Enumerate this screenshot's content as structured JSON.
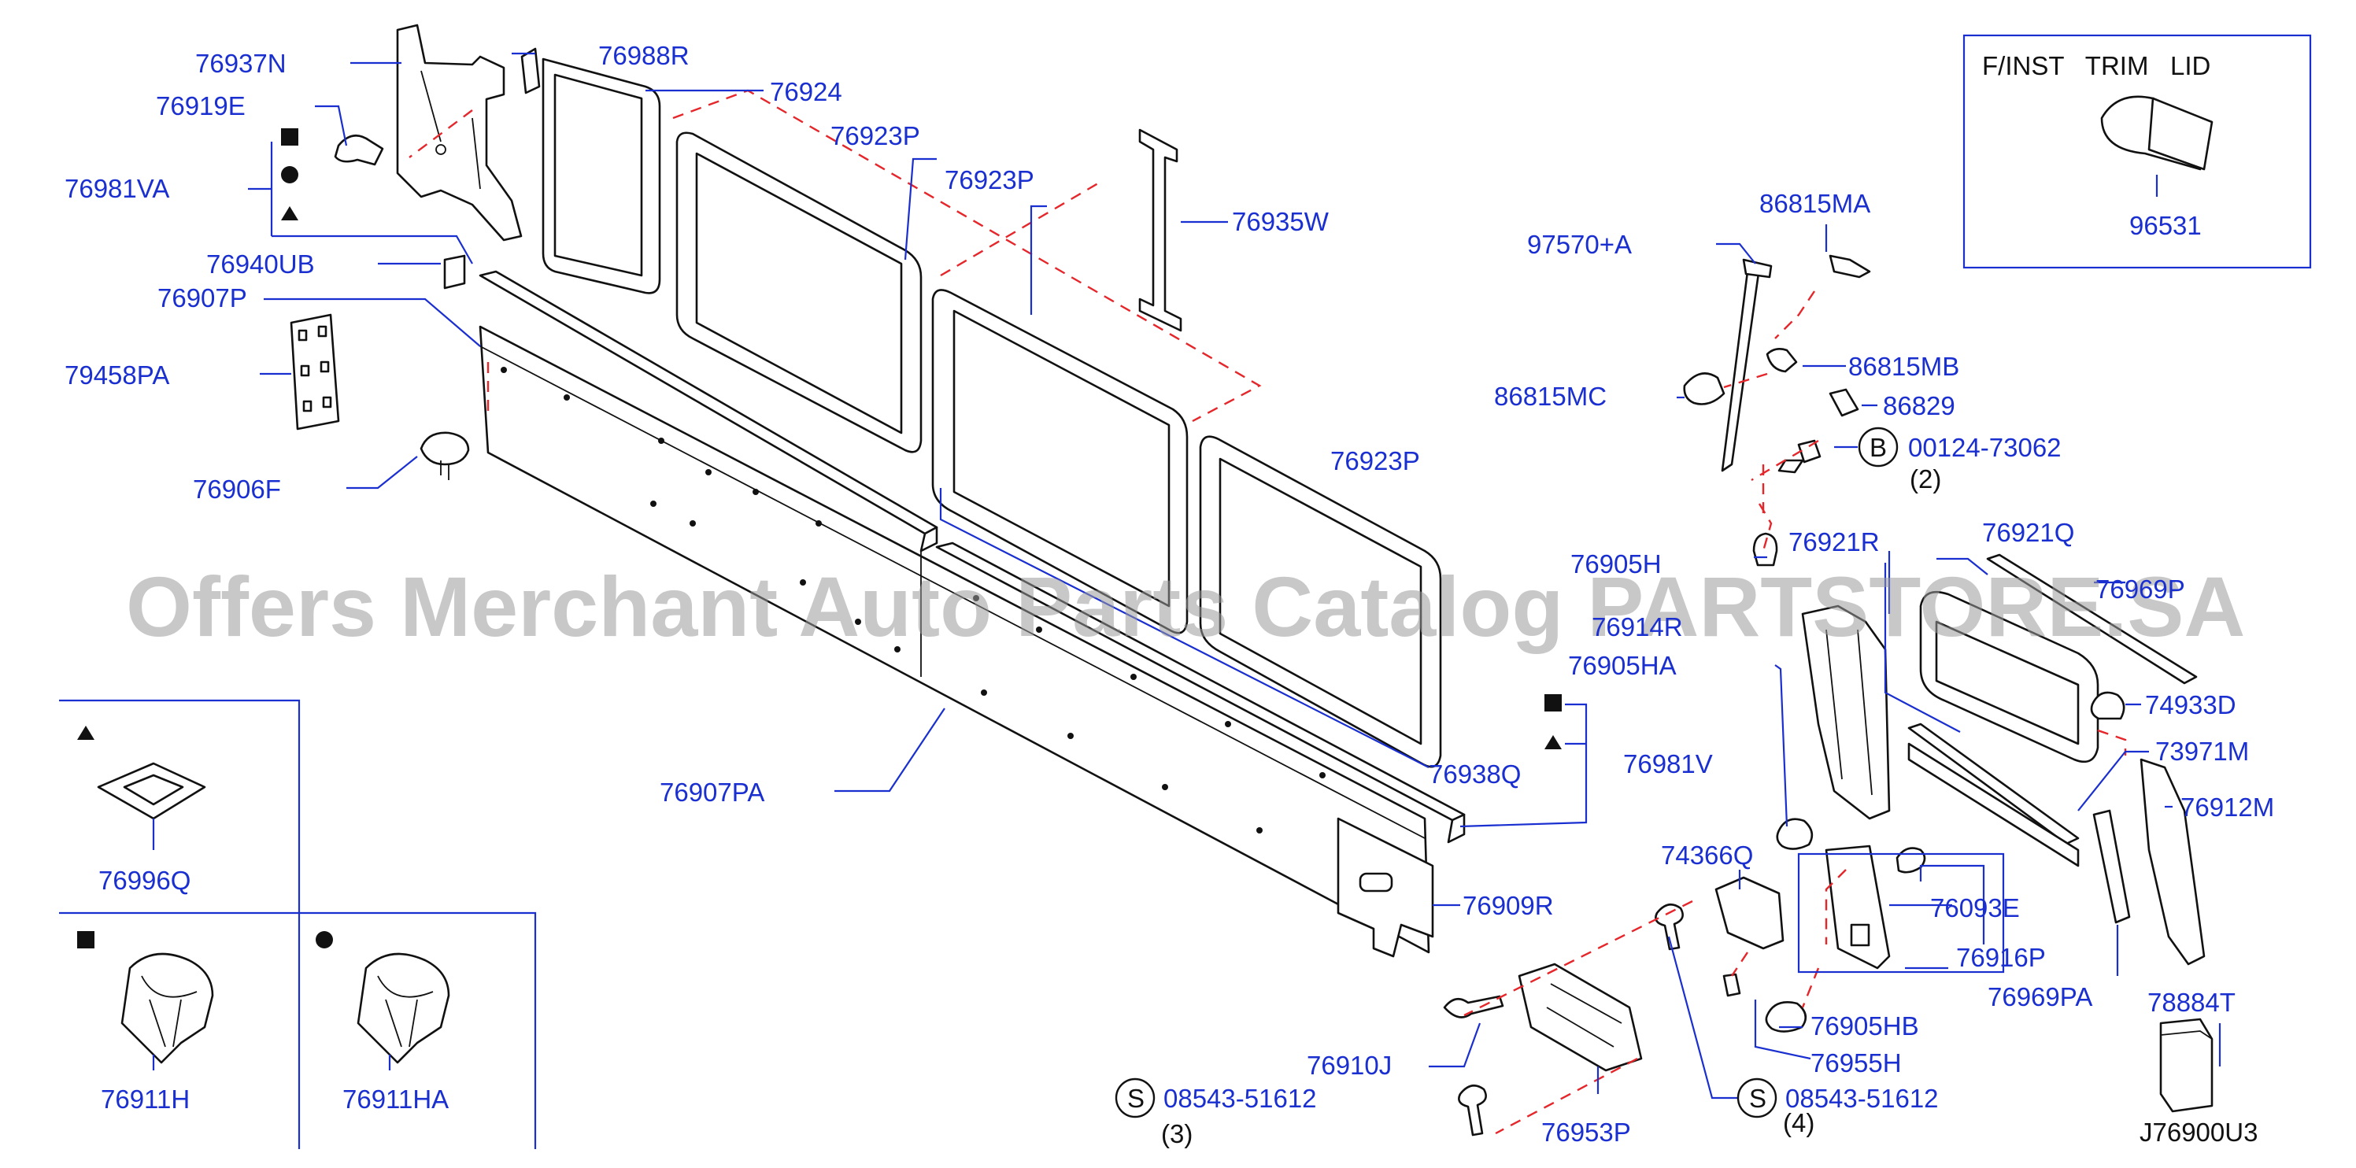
{
  "diagram_code": "J76900U3",
  "watermark": "Offers Merchant Auto Parts Catalog PARTSTORE.SA",
  "inset": {
    "title": "F/INST   TRIM   LID",
    "part": "96531"
  },
  "legend": {
    "triangle_part": "76996Q",
    "square_part": "76911H",
    "circle_part": "76911HA"
  },
  "callouts": {
    "p76937N": "76937N",
    "p76919E": "76919E",
    "p76981VA": "76981VA",
    "p76988R": "76988R",
    "p76924": "76924",
    "p76923P_a": "76923P",
    "p76923P_b": "76923P",
    "p76923P_c": "76923P",
    "p76935W": "76935W",
    "p76940UB": "76940UB",
    "p76907P": "76907P",
    "p79458PA": "79458PA",
    "p76906F": "76906F",
    "p76907PA": "76907PA",
    "p76938Q": "76938Q",
    "p76981V": "76981V",
    "p76909R": "76909R",
    "p97570A": "97570+A",
    "p86815MA": "86815MA",
    "p86815MB": "86815MB",
    "p86815MC": "86815MC",
    "p86829": "86829",
    "p00124": "00124-73062",
    "q2": "(2)",
    "b_letter": "B",
    "p76905H": "76905H",
    "p76921R": "76921R",
    "p76914R": "76914R",
    "p76905HA": "76905HA",
    "p76921Q": "76921Q",
    "p76969P": "76969P",
    "p74933D": "74933D",
    "p73971M": "73971M",
    "p76912M": "76912M",
    "p74366Q": "74366Q",
    "p76093E": "76093E",
    "p76916P": "76916P",
    "p76969PA": "76969PA",
    "p76905HB": "76905HB",
    "p76955H": "76955H",
    "p76910J": "76910J",
    "p76953P": "76953P",
    "p08543_a": "08543-51612",
    "q3": "(3)",
    "p08543_b": "08543-51612",
    "q4": "(4)",
    "s_letter": "S",
    "p78884T": "78884T"
  }
}
